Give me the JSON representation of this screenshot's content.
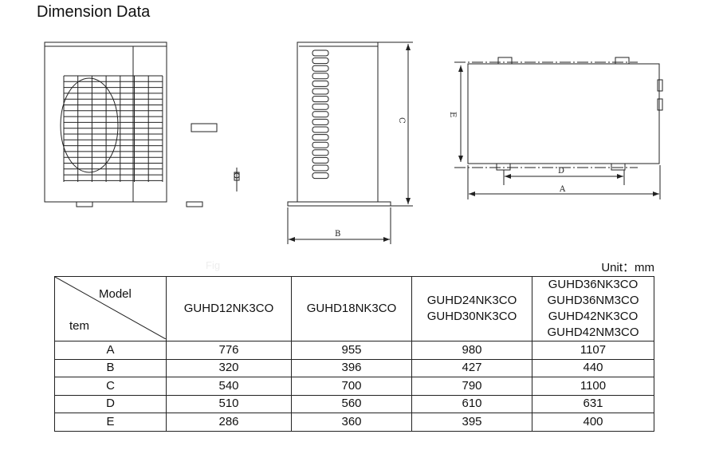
{
  "title": "Dimension Data",
  "fig_label": "Fig",
  "unit": "Unit：mm",
  "dimension_labels": {
    "A": "A",
    "B": "B",
    "C": "C",
    "D": "D",
    "E": "E"
  },
  "table": {
    "corner_top": "Model",
    "corner_bottom": "tem",
    "models": [
      [
        "GUHD12NK3CO"
      ],
      [
        "GUHD18NK3CO"
      ],
      [
        "GUHD24NK3CO",
        "GUHD30NK3CO"
      ],
      [
        "GUHD36NK3CO",
        "GUHD36NM3CO",
        "GUHD42NK3CO",
        "GUHD42NM3CO"
      ]
    ],
    "rows": [
      {
        "item": "A",
        "values": [
          "776",
          "955",
          "980",
          "1107"
        ]
      },
      {
        "item": "B",
        "values": [
          "320",
          "396",
          "427",
          "440"
        ]
      },
      {
        "item": "C",
        "values": [
          "540",
          "700",
          "790",
          "1100"
        ]
      },
      {
        "item": "D",
        "values": [
          "510",
          "560",
          "610",
          "631"
        ]
      },
      {
        "item": "E",
        "values": [
          "286",
          "360",
          "395",
          "400"
        ]
      }
    ]
  }
}
